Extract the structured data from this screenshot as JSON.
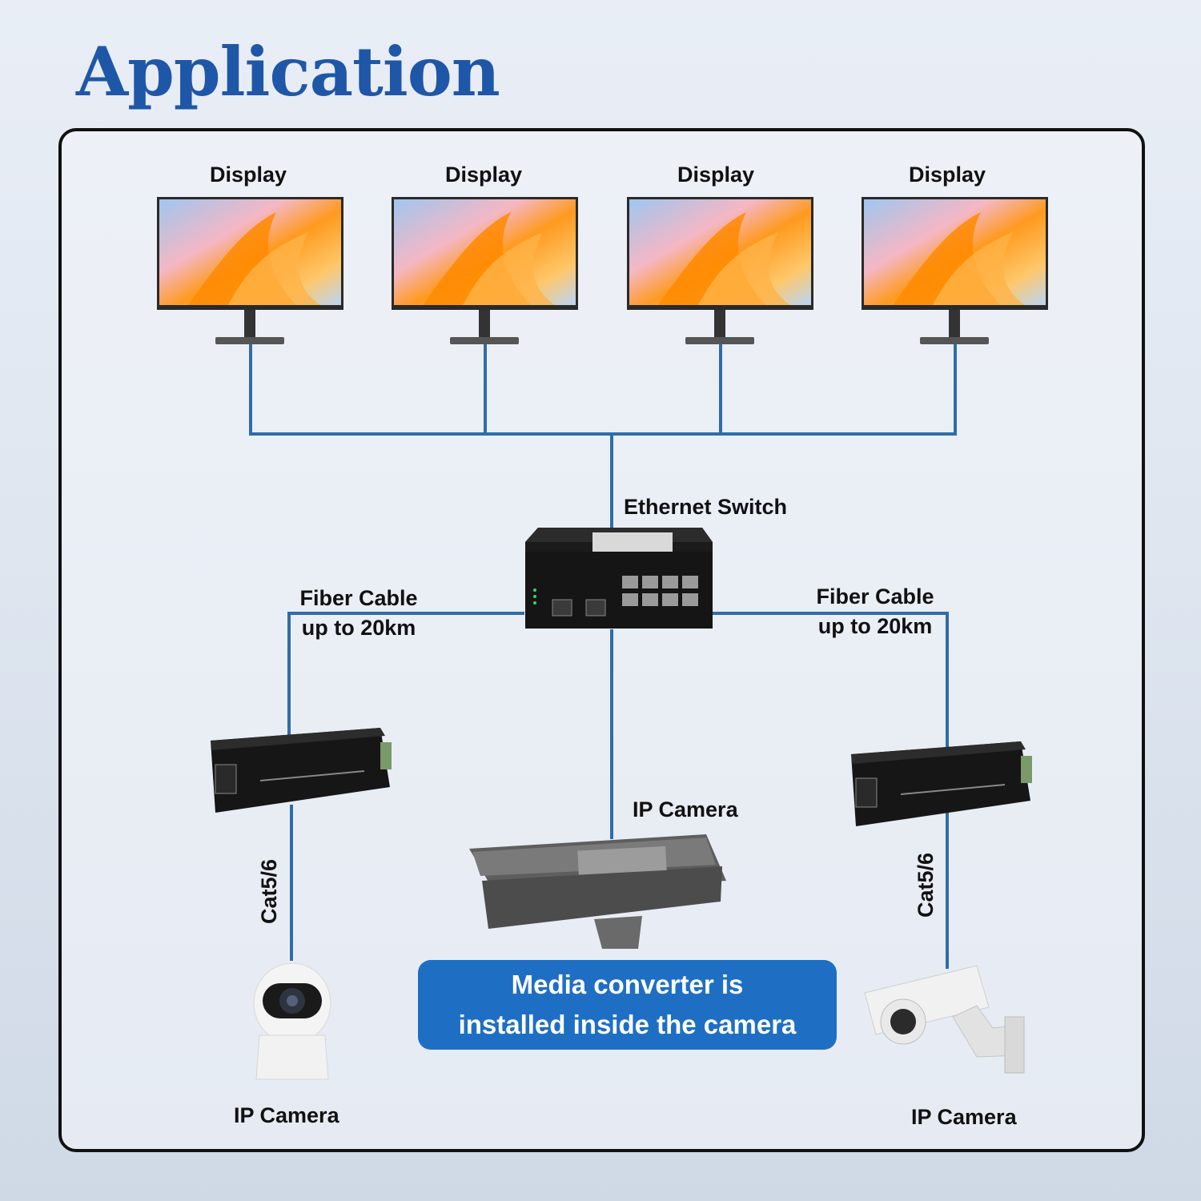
{
  "title": "Application",
  "colors": {
    "title": "#1f57a8",
    "wire": "#2f6da8",
    "callout_bg": "#1e6fc4",
    "frame_border": "#111111"
  },
  "displays": [
    {
      "label": "Display",
      "icon": "monitor-icon"
    },
    {
      "label": "Display",
      "icon": "monitor-icon"
    },
    {
      "label": "Display",
      "icon": "monitor-icon"
    },
    {
      "label": "Display",
      "icon": "monitor-icon"
    }
  ],
  "switch": {
    "label": "Ethernet Switch",
    "icon": "ethernet-switch-icon"
  },
  "fiber_left": {
    "line1": "Fiber Cable",
    "line2": "up to 20km"
  },
  "fiber_right": {
    "line1": "Fiber Cable",
    "line2": "up to 20km"
  },
  "converter_left": {
    "icon": "media-converter-icon"
  },
  "converter_right": {
    "icon": "media-converter-icon"
  },
  "cat_left": "Cat5/6",
  "cat_right": "Cat5/6",
  "camera_center": {
    "label": "IP Camera",
    "icon": "housing-camera-icon"
  },
  "camera_left": {
    "label": "IP Camera",
    "icon": "dome-camera-icon"
  },
  "camera_right": {
    "label": "IP Camera",
    "icon": "bullet-camera-icon"
  },
  "callout": {
    "line1": "Media converter is",
    "line2": "installed inside the camera"
  }
}
